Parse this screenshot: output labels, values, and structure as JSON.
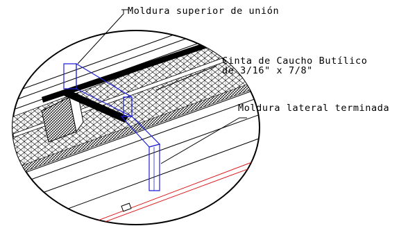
{
  "labels": {
    "top_molding": "Moldura superior de unión",
    "tape_line1": "Cinta de Caucho Butílico",
    "tape_line2": "de 3/16\" x 7/8\"",
    "side_molding": "Moldura lateral terminada"
  },
  "colors": {
    "line": "#000000",
    "molding": "#1f1fd9",
    "accent": "#e0161a",
    "background": "#ffffff"
  }
}
